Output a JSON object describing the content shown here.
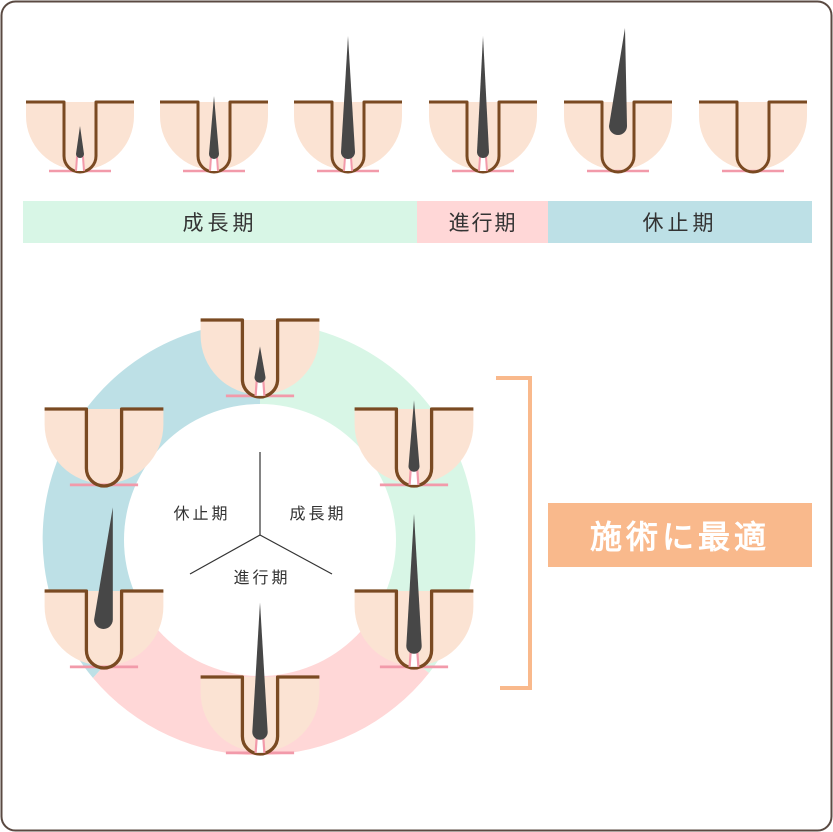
{
  "top_bar": {
    "growth_label": "成長期",
    "regression_label": "進行期",
    "rest_label": "休止期"
  },
  "cycle": {
    "rest_label": "休止期",
    "growth_label": "成長期",
    "regression_label": "進行期"
  },
  "callout": {
    "label": "施術に最適"
  },
  "colors": {
    "growth": "#d8f6e6",
    "regression": "#ffd7d7",
    "rest": "#bde0e6",
    "skin": "#fbe3d3",
    "follicle_outline": "#7a4a22",
    "hair": "#474747",
    "papilla": "#f0a3b0",
    "callout": "#f9b98c",
    "frame": "#5a4a42"
  }
}
